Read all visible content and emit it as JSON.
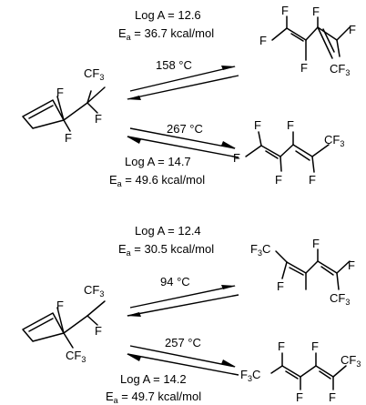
{
  "reaction_1": {
    "forward": {
      "log_a": "Log A = 12.6",
      "ea_prefix": "E",
      "ea_sub": "a",
      "ea_rest": " = 36.7 kcal/mol",
      "temp": "158 °C"
    },
    "reverse": {
      "temp": "267 °C",
      "log_a": "Log A = 14.7",
      "ea_prefix": "E",
      "ea_sub": "a",
      "ea_rest": " = 49.6 kcal/mol"
    },
    "reactant_labels": {
      "cf3": "CF",
      "sub3": "3",
      "f_top": "F",
      "f_right": "F",
      "f_bottom": "F"
    },
    "product_z_labels": {
      "f1": "F",
      "f2": "F",
      "f3": "F",
      "f4": "F",
      "f5": "F",
      "cf3": "CF",
      "sub3": "3"
    },
    "product_e_labels": {
      "f1": "F",
      "f2": "F",
      "f3": "F",
      "f4": "F",
      "f5": "F",
      "cf3": "CF",
      "sub3": "3"
    }
  },
  "reaction_2": {
    "forward": {
      "log_a": "Log A = 12.4",
      "ea_prefix": "E",
      "ea_sub": "a",
      "ea_rest": " = 30.5 kcal/mol",
      "temp": "94 °C"
    },
    "reverse": {
      "temp": "257 °C",
      "log_a": "Log A = 14.2",
      "ea_prefix": "E",
      "ea_sub": "a",
      "ea_rest": " = 49.7 kcal/mol"
    },
    "reactant_labels": {
      "cf3a": "CF",
      "sub3a": "3",
      "f_top": "F",
      "f_right": "F",
      "cf3b": "CF",
      "sub3b": "3"
    },
    "product_zz_labels": {
      "f3c": "F",
      "sub3a": "3",
      "c": "C",
      "f1": "F",
      "f2": "F",
      "f3": "F",
      "cf3": "CF",
      "sub3b": "3"
    },
    "product_ee_labels": {
      "f3c": "F",
      "sub3a": "3",
      "c": "C",
      "f1": "F",
      "f2": "F",
      "f3": "F",
      "f4": "F",
      "cf3": "CF",
      "sub3b": "3"
    }
  }
}
